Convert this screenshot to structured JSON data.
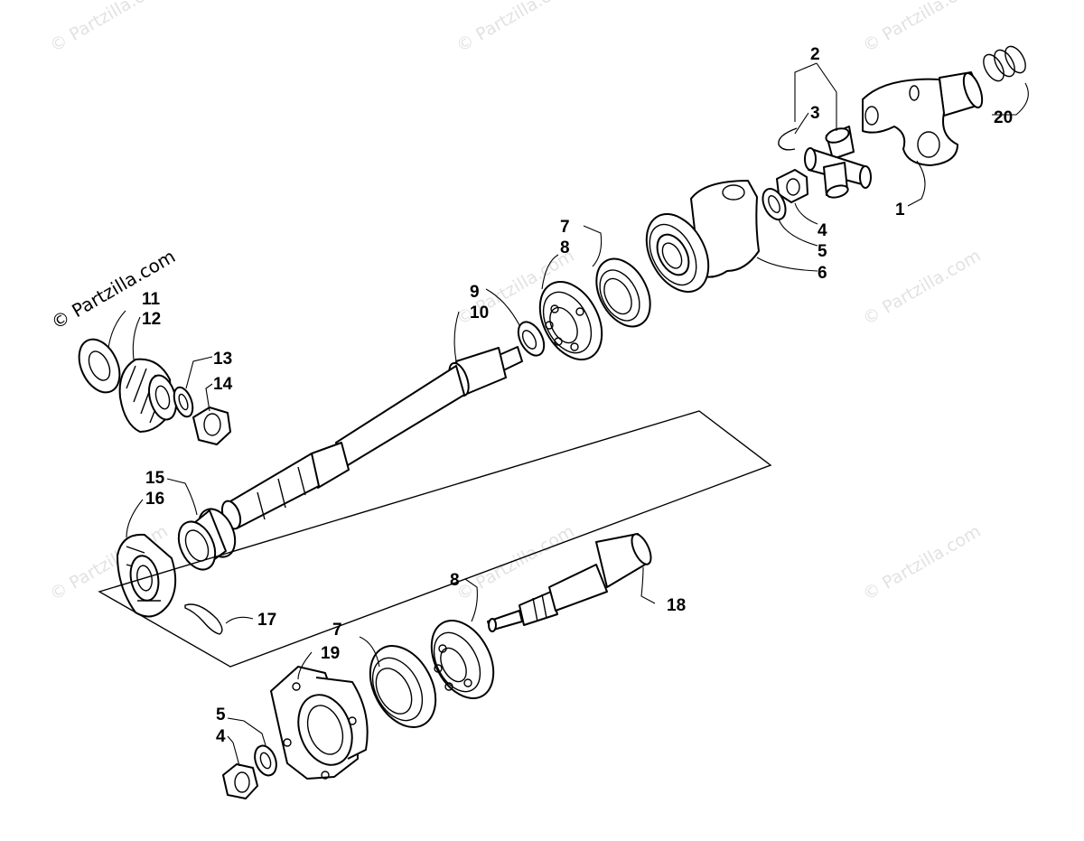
{
  "diagram": {
    "callouts": {
      "c1": "1",
      "c2": "2",
      "c3": "3",
      "c4a": "4",
      "c5a": "5",
      "c6": "6",
      "c7a": "7",
      "c8a": "8",
      "c9": "9",
      "c10": "10",
      "c11": "11",
      "c12": "12",
      "c13": "13",
      "c14": "14",
      "c15": "15",
      "c16": "16",
      "c17": "17",
      "c18": "18",
      "c7b": "7",
      "c19": "19",
      "c8b": "8",
      "c5b": "5",
      "c4b": "4",
      "c20": "20"
    },
    "watermarks": {
      "w1": "© Partzilla.com",
      "w2": "© Partzilla.com",
      "w3": "© Partzilla.com",
      "w4": "© Partzilla.com",
      "w5": "© Partzilla.com",
      "w6": "© Partzilla.com",
      "w7": "© Partzilla.com",
      "w8": "© Partzilla.com",
      "w9": "© Partzilla.com"
    }
  }
}
